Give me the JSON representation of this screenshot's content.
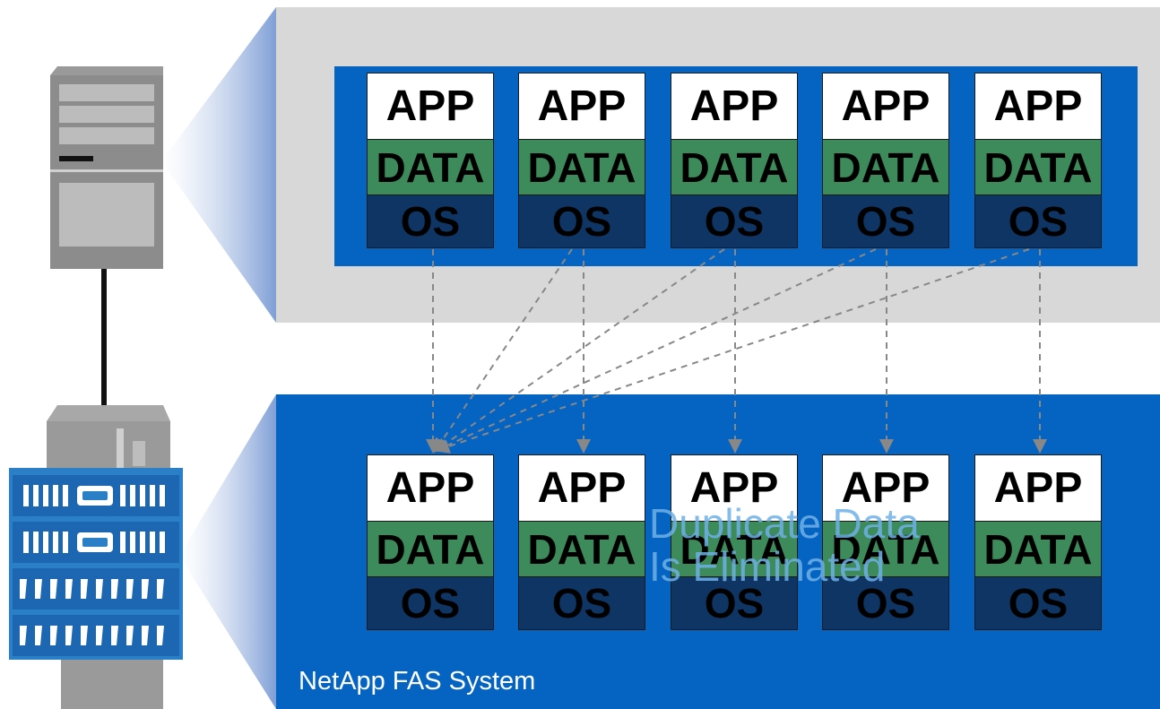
{
  "virtual_machines": [
    {
      "app": "APP",
      "data": "DATA",
      "os": "OS"
    },
    {
      "app": "APP",
      "data": "DATA",
      "os": "OS"
    },
    {
      "app": "APP",
      "data": "DATA",
      "os": "OS"
    },
    {
      "app": "APP",
      "data": "DATA",
      "os": "OS"
    },
    {
      "app": "APP",
      "data": "DATA",
      "os": "OS"
    }
  ],
  "storage_blocks": [
    {
      "app": "APP",
      "data": "DATA",
      "os": "OS"
    },
    {
      "app": "APP",
      "data": "DATA",
      "os": "OS"
    },
    {
      "app": "APP",
      "data": "DATA",
      "os": "OS"
    },
    {
      "app": "APP",
      "data": "DATA",
      "os": "OS"
    },
    {
      "app": "APP",
      "data": "DATA",
      "os": "OS"
    }
  ],
  "overlay_text": "Duplicate Data\nIs Eliminated",
  "system_label": "NetApp FAS System",
  "colors": {
    "blue": "#0563c1",
    "gray_panel": "#d8d8d8",
    "data_green": "#3d8b5a",
    "os_navy": "#0e3563",
    "arrow_gray": "#888888"
  }
}
